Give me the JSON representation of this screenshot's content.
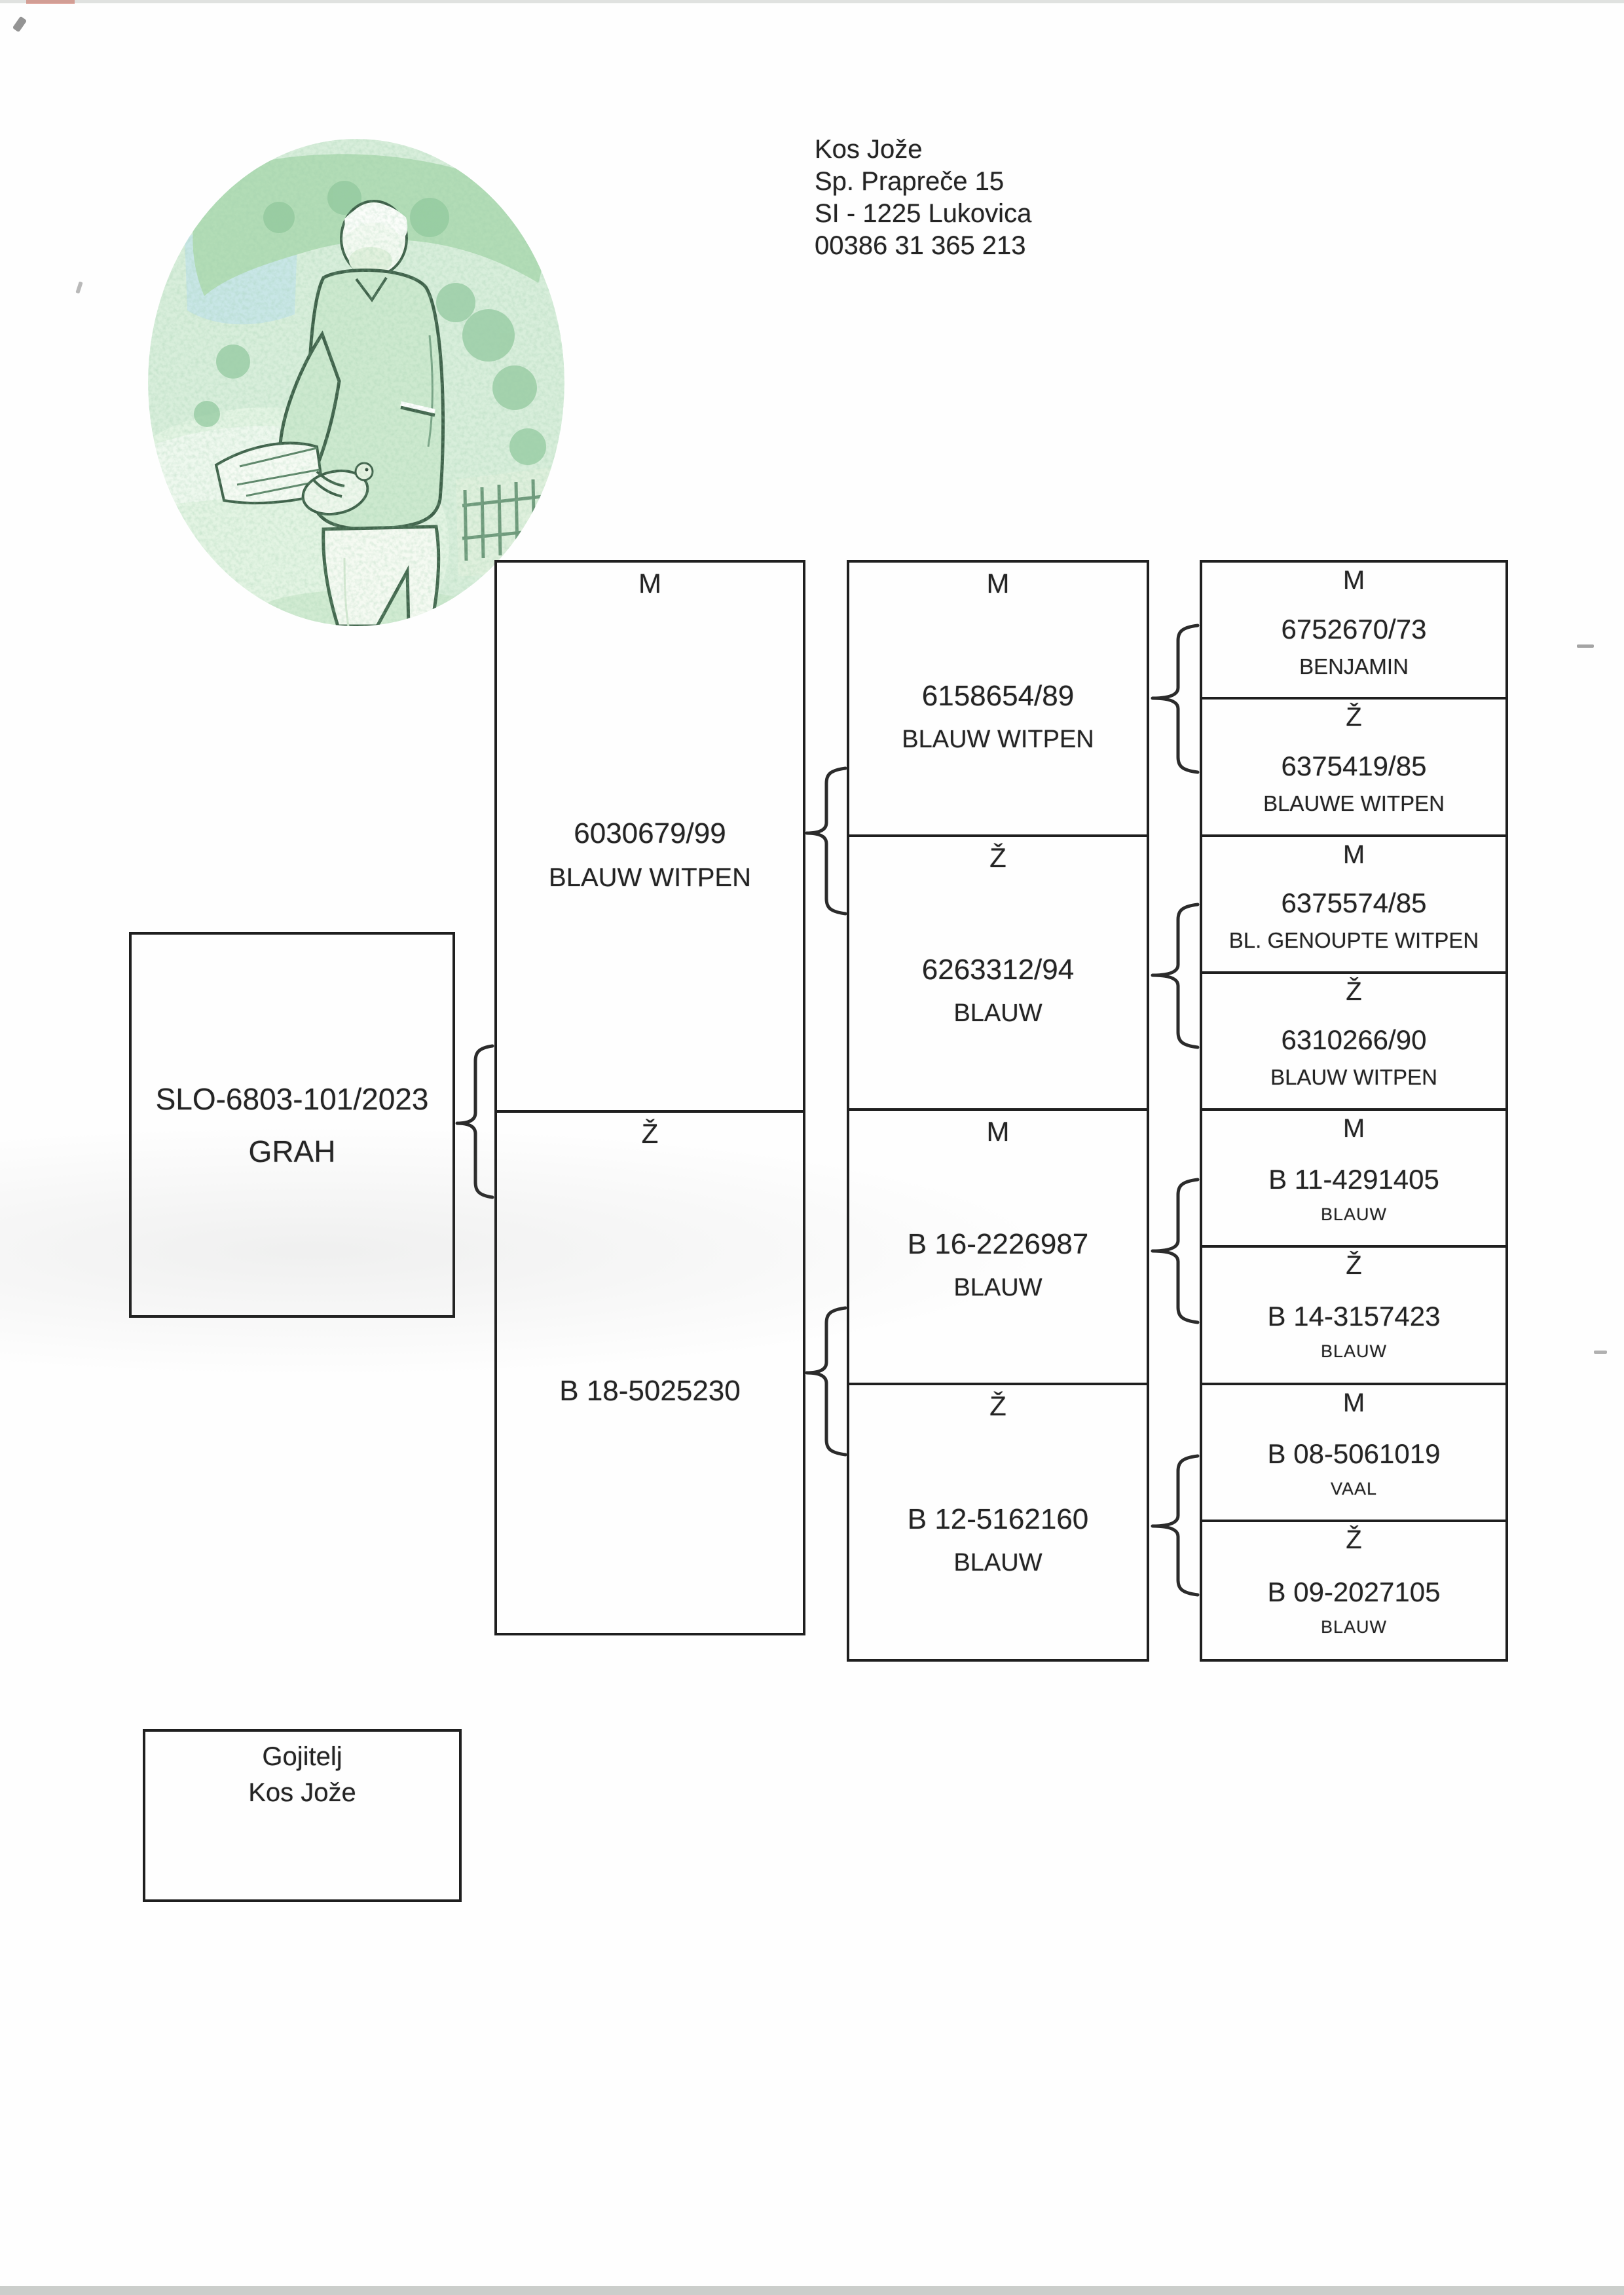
{
  "owner": {
    "name": "Kos Jože",
    "street": "Sp. Prapreče 15",
    "city": "SI - 1225 Lukovica",
    "phone": "00386 31 365 213"
  },
  "subject": {
    "ring": "SLO-6803-101/2023",
    "name": "GRAH"
  },
  "breeder": {
    "label": "Gojitelj",
    "name": "Kos Jože"
  },
  "gen1": [
    {
      "sex": "M",
      "ring": "6030679/99",
      "color": "BLAUW WITPEN"
    },
    {
      "sex": "Ž",
      "ring": "B 18-5025230",
      "color": ""
    }
  ],
  "gen2": [
    {
      "sex": "M",
      "ring": "6158654/89",
      "color": "BLAUW WITPEN"
    },
    {
      "sex": "Ž",
      "ring": "6263312/94",
      "color": "BLAUW"
    },
    {
      "sex": "M",
      "ring": "B 16-2226987",
      "color": "BLAUW"
    },
    {
      "sex": "Ž",
      "ring": "B 12-5162160",
      "color": "BLAUW"
    }
  ],
  "gen3": [
    {
      "sex": "M",
      "ring": "6752670/73",
      "color": "BENJAMIN"
    },
    {
      "sex": "Ž",
      "ring": "6375419/85",
      "color": "BLAUWE WITPEN"
    },
    {
      "sex": "M",
      "ring": "6375574/85",
      "color": "BL. GENOUPTE WITPEN"
    },
    {
      "sex": "Ž",
      "ring": "6310266/90",
      "color": "BLAUW WITPEN"
    },
    {
      "sex": "M",
      "ring": "B 11-4291405",
      "color": "BLAUW"
    },
    {
      "sex": "Ž",
      "ring": "B 14-3157423",
      "color": "BLAUW"
    },
    {
      "sex": "M",
      "ring": "B 08-5061019",
      "color": "VAAL"
    },
    {
      "sex": "Ž",
      "ring": "B 09-2027105",
      "color": "BLAUW"
    }
  ],
  "photo": {
    "icon": "breeder-with-pigeon-photo"
  },
  "colors": {
    "ink": "#242424",
    "border": "#1f1f1f",
    "photo_green": "#d8eedb"
  }
}
